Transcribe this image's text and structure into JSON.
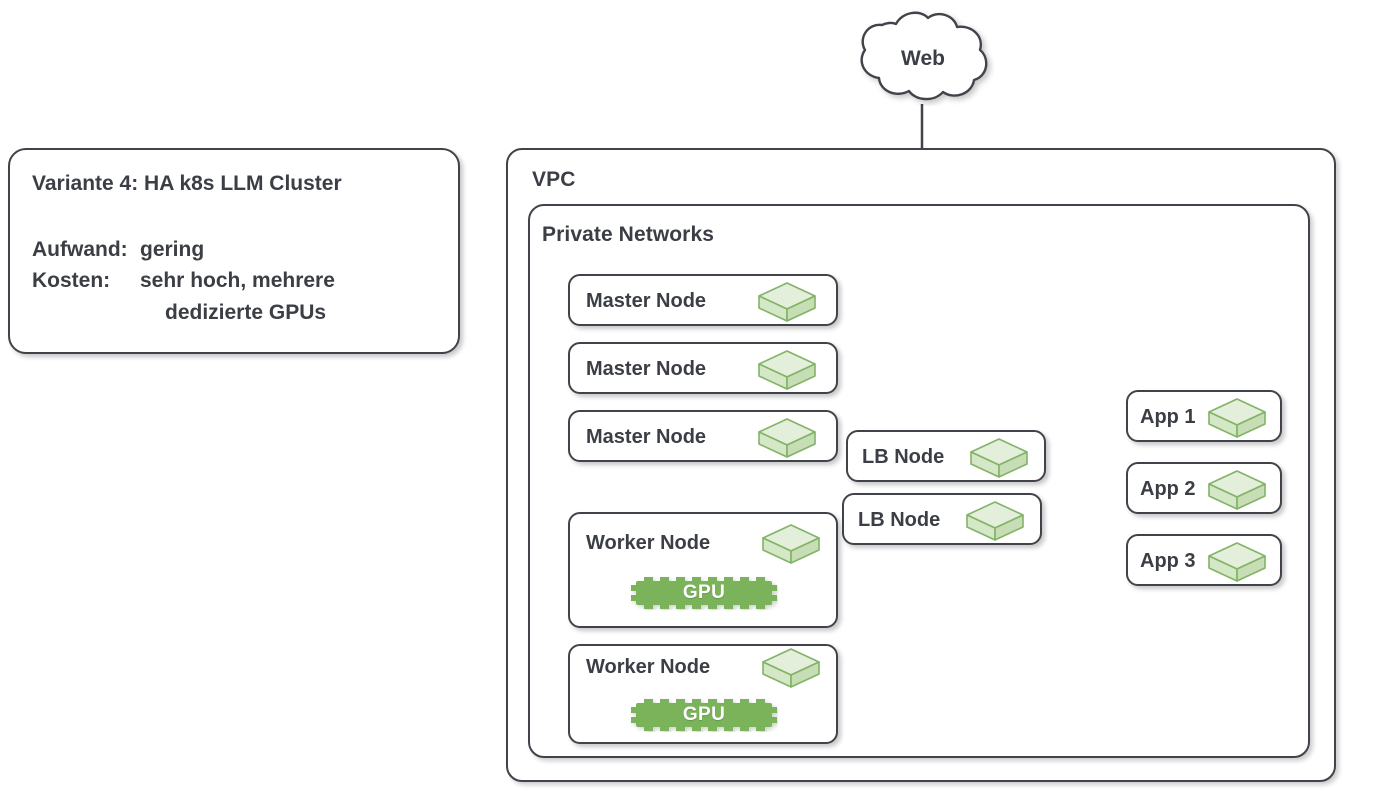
{
  "diagram": {
    "title": "Variante 4: HA k8s LLM Cluster",
    "info_card": {
      "title": "Variante 4: HA k8s LLM Cluster",
      "rows": [
        {
          "key": "Aufwand:",
          "value": "gering"
        },
        {
          "key": "Kosten:",
          "value": "sehr hoch, mehrere"
        },
        {
          "key": "",
          "value": "dedizierte GPUs"
        }
      ]
    },
    "cloud": {
      "label": "Web",
      "icon": "cloud-icon"
    },
    "vpc": {
      "label": "VPC"
    },
    "private_networks": {
      "label": "Private Networks"
    },
    "master_nodes": [
      {
        "label": "Master Node",
        "icon": "server-cube-icon"
      },
      {
        "label": "Master Node",
        "icon": "server-cube-icon"
      },
      {
        "label": "Master Node",
        "icon": "server-cube-icon"
      }
    ],
    "worker_nodes": [
      {
        "label": "Worker Node",
        "icon": "server-cube-icon",
        "gpu_label": "GPU",
        "gpu_icon": "gpu-chip-icon"
      },
      {
        "label": "Worker Node",
        "icon": "server-cube-icon",
        "gpu_label": "GPU",
        "gpu_icon": "gpu-chip-icon"
      }
    ],
    "lb_nodes": [
      {
        "label": "LB Node",
        "icon": "server-cube-icon"
      },
      {
        "label": "LB Node",
        "icon": "server-cube-icon"
      }
    ],
    "apps": [
      {
        "label": "App 1",
        "icon": "server-cube-icon"
      },
      {
        "label": "App 2",
        "icon": "server-cube-icon"
      },
      {
        "label": "App 3",
        "icon": "server-cube-icon"
      }
    ],
    "colors": {
      "stroke": "#40444a",
      "text": "#3b3f45",
      "cube_fill": "#d9ead3",
      "cube_stroke": "#82b366",
      "gpu_fill": "#7bb35a",
      "background": "#ffffff"
    }
  }
}
